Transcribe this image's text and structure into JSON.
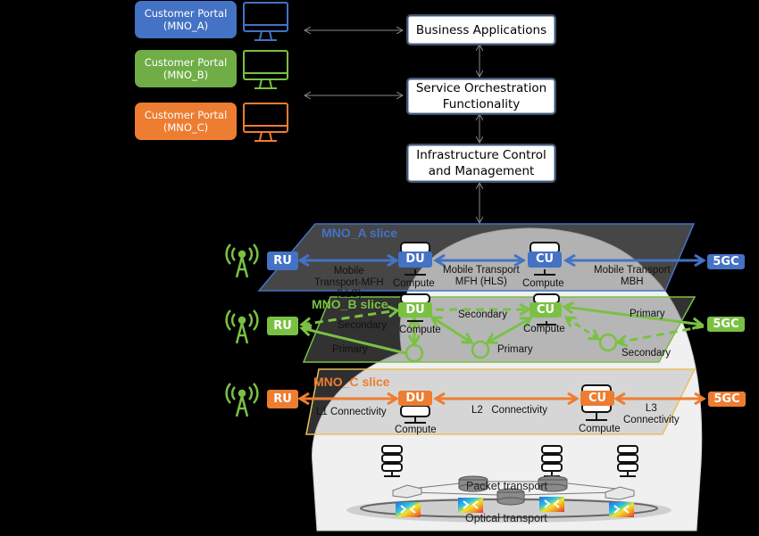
{
  "colors": {
    "mno_a": "#4472c4",
    "mno_b": "#7ac143",
    "mno_c": "#ed7d31",
    "background": "#000000",
    "cloud": "#f0f0f0",
    "slice_band": "#808080"
  },
  "portals": [
    {
      "label_line1": "Customer Portal",
      "label_line2": "(MNO_A)",
      "icon": "monitor-icon"
    },
    {
      "label_line1": "Customer Portal",
      "label_line2": "(MNO_B)",
      "icon": "monitor-icon"
    },
    {
      "label_line1": "Customer Portal",
      "label_line2": "(MNO_C)",
      "icon": "monitor-icon"
    }
  ],
  "management": {
    "business_applications": "Business Applications",
    "service_orchestration_line1": "Service Orchestration",
    "service_orchestration_line2": "Functionality",
    "infrastructure_line1": "Infrastructure Control",
    "infrastructure_line2": "and Management"
  },
  "slices": {
    "mno_a": {
      "title": "MNO_A slice",
      "ru": "RU",
      "du": "DU",
      "cu": "CU",
      "core": "5GC",
      "compute": "Compute",
      "link_ru_du_line1": "Mobile",
      "link_ru_du_line2": "Transport-MFH",
      "link_ru_du_line3": "(LLS)",
      "link_du_cu_line1": "Mobile Transport",
      "link_du_cu_line2": "MFH (HLS)",
      "link_cu_core_line1": "Mobile Transport",
      "link_cu_core_line2": "MBH"
    },
    "mno_b": {
      "title": "MNO_B slice",
      "ru": "RU",
      "du": "DU",
      "cu": "CU",
      "core": "5GC",
      "compute": "Compute",
      "secondary": "Secondary",
      "primary": "Primary"
    },
    "mno_c": {
      "title": "MNO_C slice",
      "ru": "RU",
      "du": "DU",
      "cu": "CU",
      "core": "5GC",
      "compute": "Compute",
      "l1": "L1 Connectivity",
      "l2": "L2   Connectivity",
      "l3_line1": "L3",
      "l3_line2": "Connectivity"
    }
  },
  "infrastructure": {
    "packet_transport": "Packet transport",
    "optical_transport": "Optical transport"
  }
}
